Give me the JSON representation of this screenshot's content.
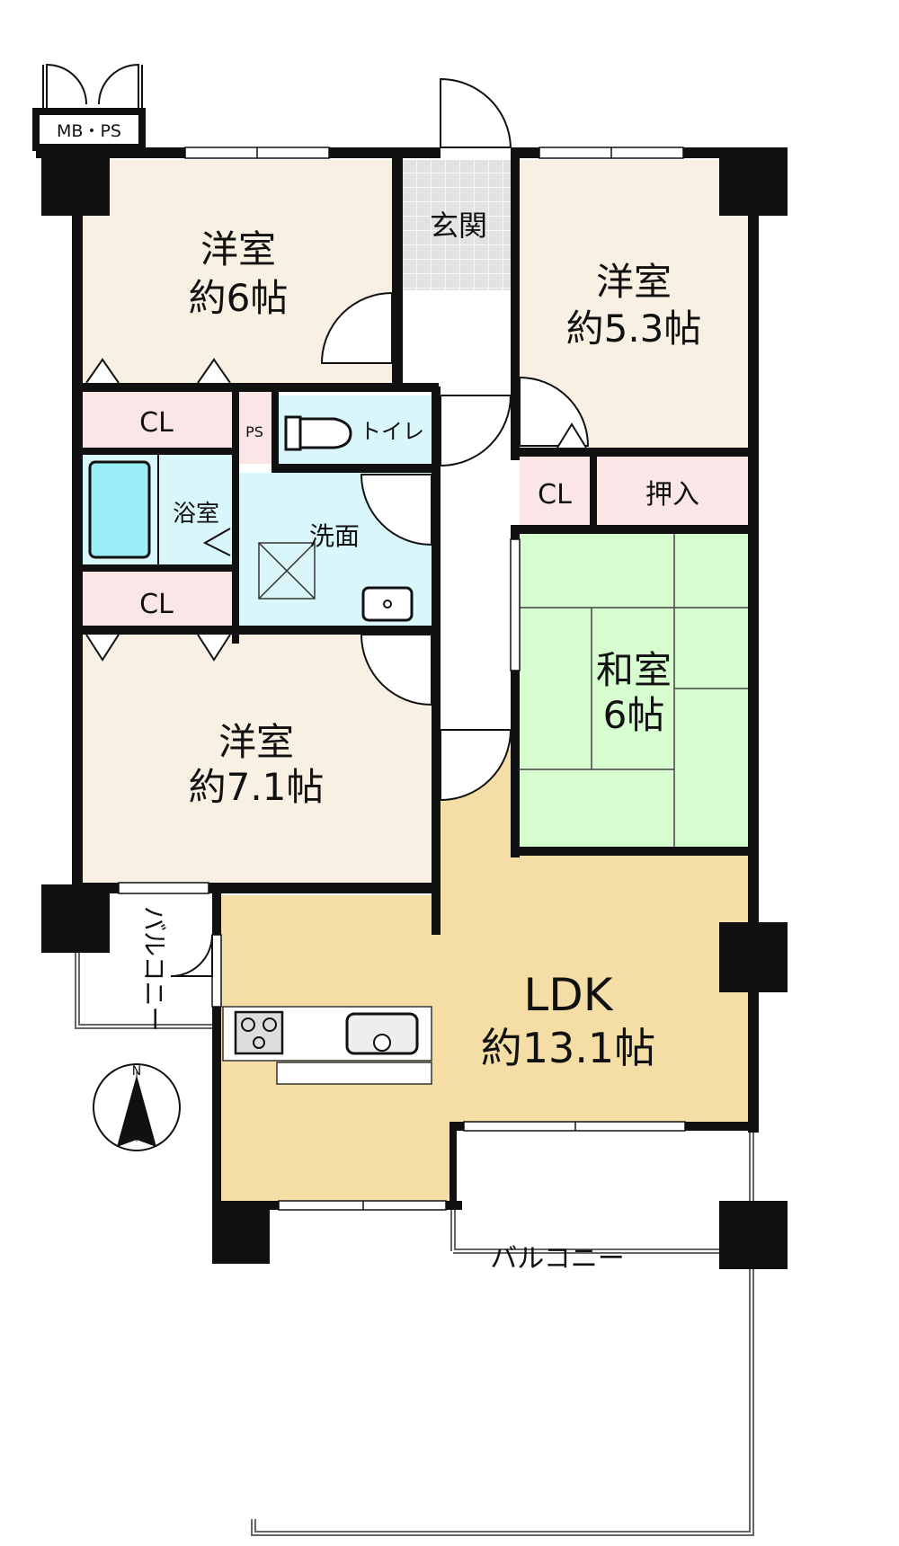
{
  "rooms": {
    "western_1": {
      "name": "洋室",
      "size": "約6帖"
    },
    "western_2": {
      "name": "洋室",
      "size": "約5.3帖"
    },
    "western_3": {
      "name": "洋室",
      "size": "約7.1帖"
    },
    "japanese": {
      "name": "和室",
      "size": "6帖"
    },
    "ldk": {
      "name": "LDK",
      "size": "約13.1帖"
    },
    "entrance": "玄関",
    "toilet": "トイレ",
    "bath": "浴室",
    "washroom": "洗面",
    "closet_1": "CL",
    "closet_2": "CL",
    "closet_3": "CL",
    "oshiire": "押入",
    "ps": "PS",
    "mb_ps": "MB・PS",
    "balcony_small": "バルコニー",
    "balcony_main": "バルコニー"
  },
  "compass": {
    "label": "N",
    "icon": "north-arrow-icon"
  },
  "colors": {
    "western": "#f8f1e3",
    "ldk": "#f5dea6",
    "japanese": "#d6fcd0",
    "closet": "#fae6e6",
    "wet": "#d9f7fb",
    "bathtub": "#9aeef7",
    "entrance": "#e2e2e2",
    "wall": "#111111"
  }
}
